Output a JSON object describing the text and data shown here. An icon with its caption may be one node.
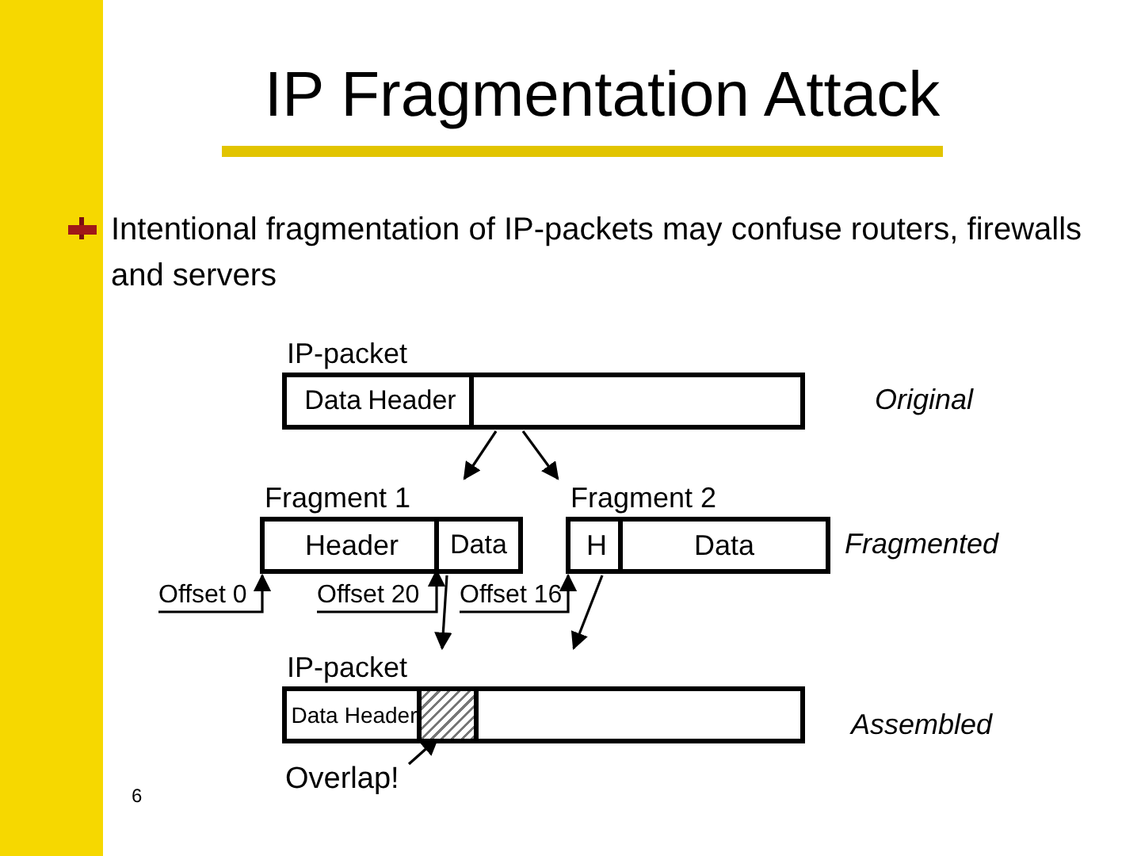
{
  "diagram": {
    "title": "IP Fragmentation Attack",
    "nodes": [
      {
        "text": [
          "IP-packet"
        ]
      },
      {
        "text": [
          "Data",
          "Header"
        ],
        "in": 0
      },
      {
        "text": [],
        "shape": "box",
        "in": 0
      },
      {
        "text": [
          "Fragment 1"
        ]
      },
      {
        "text": [
          "Header"
        ],
        "in": 3
      },
      {
        "text": [
          "Data"
        ],
        "in": 3
      },
      {
        "text": [
          "Fragment 2"
        ]
      },
      {
        "text": [
          "H"
        ],
        "in": 6
      },
      {
        "text": [
          "Data"
        ],
        "in": 6
      },
      {
        "text": [
          "IP-packet"
        ]
      },
      {
        "text": [
          "Data",
          "Header"
        ],
        "in": 9
      },
      {
        "text": [],
        "shape": "box",
        "in": 9
      },
      {
        "text": [],
        "shape": "box",
        "in": 9
      },
      {
        "text": [
          "Overlap!"
        ]
      },
      {
        "text": [
          "Offset 0"
        ]
      },
      {
        "text": [
          "Offset 20"
        ]
      },
      {
        "text": [
          "Offset 16"
        ]
      }
    ],
    "edges": [
      {
        "from": 0,
        "to": 3,
        "arrow": "to"
      },
      {
        "from": 0,
        "to": 6,
        "arrow": "to"
      },
      {
        "from": 3,
        "to": 9,
        "arrow": "to"
      },
      {
        "from": 6,
        "to": 9,
        "arrow": "to"
      },
      {
        "from": 13,
        "to": 11,
        "arrow": "to"
      },
      {
        "from": 14,
        "to": 3,
        "arrow": "to"
      },
      {
        "from": 15,
        "to": 5,
        "arrow": "to"
      },
      {
        "from": 16,
        "to": 6,
        "arrow": "to"
      }
    ],
    "labels": [
      "Intentional fragmentation of IP-packets may confuse routers, firewalls and servers",
      "Original",
      "Fragmented",
      "Assembled",
      "6"
    ]
  }
}
